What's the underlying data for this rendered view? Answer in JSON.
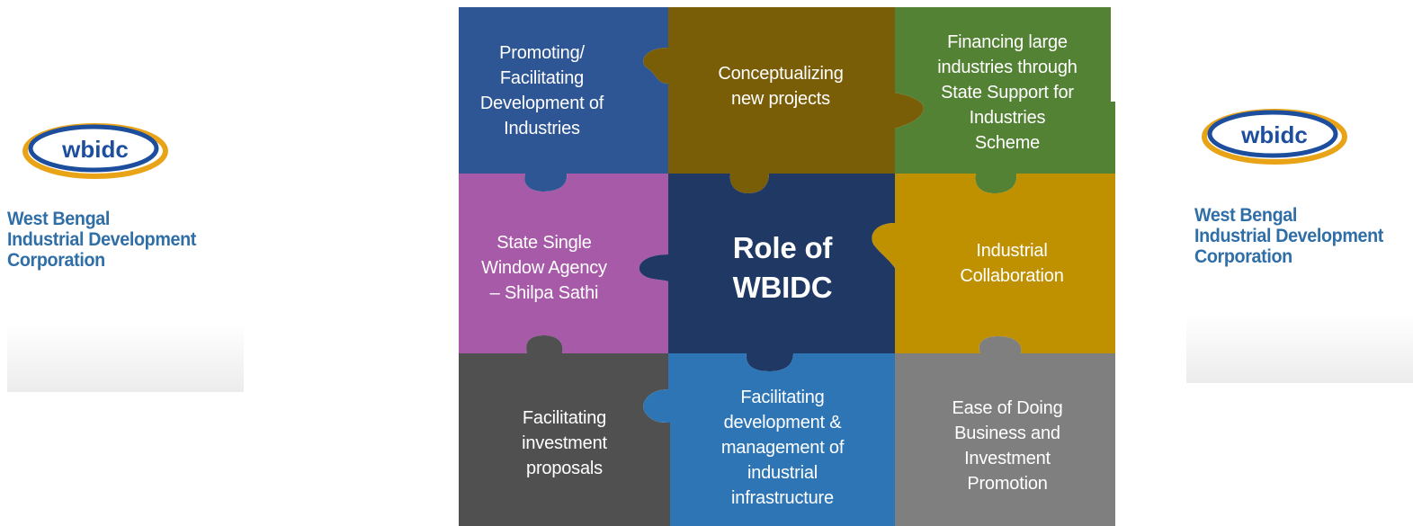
{
  "logo": {
    "mark": "wbidc",
    "corp_line1": "West Bengal",
    "corp_line2": "Industrial Development",
    "corp_line3": "Corporation"
  },
  "colors": {
    "blue": "#2e5594",
    "olive": "#7a5d07",
    "green": "#548235",
    "purple": "#a75aa8",
    "navy": "#1f3864",
    "gold": "#bf9000",
    "charcoal": "#505050",
    "mid_blue": "#2e75b6",
    "grey": "#7f7f7f"
  },
  "puzzle": {
    "pieces": [
      {
        "id": "promoting",
        "text": "Promoting/\nFacilitating\nDevelopment of\nIndustries"
      },
      {
        "id": "conceptualizing",
        "text": "Conceptualizing\nnew projects"
      },
      {
        "id": "financing",
        "text": "Financing large\nindustries through\nState Support for\nIndustries\nScheme"
      },
      {
        "id": "single-window",
        "text": "State Single\nWindow Agency\n– Shilpa Sathi"
      },
      {
        "id": "center",
        "text": "Role of\nWBIDC"
      },
      {
        "id": "collaboration",
        "text": "Industrial\nCollaboration"
      },
      {
        "id": "investment-proposals",
        "text": "Facilitating\ninvestment\nproposals"
      },
      {
        "id": "infrastructure",
        "text": "Facilitating\ndevelopment &\nmanagement of\nindustrial\ninfrastructure"
      },
      {
        "id": "ease-of-business",
        "text": "Ease of Doing\nBusiness and\nInvestment\nPromotion"
      }
    ]
  }
}
